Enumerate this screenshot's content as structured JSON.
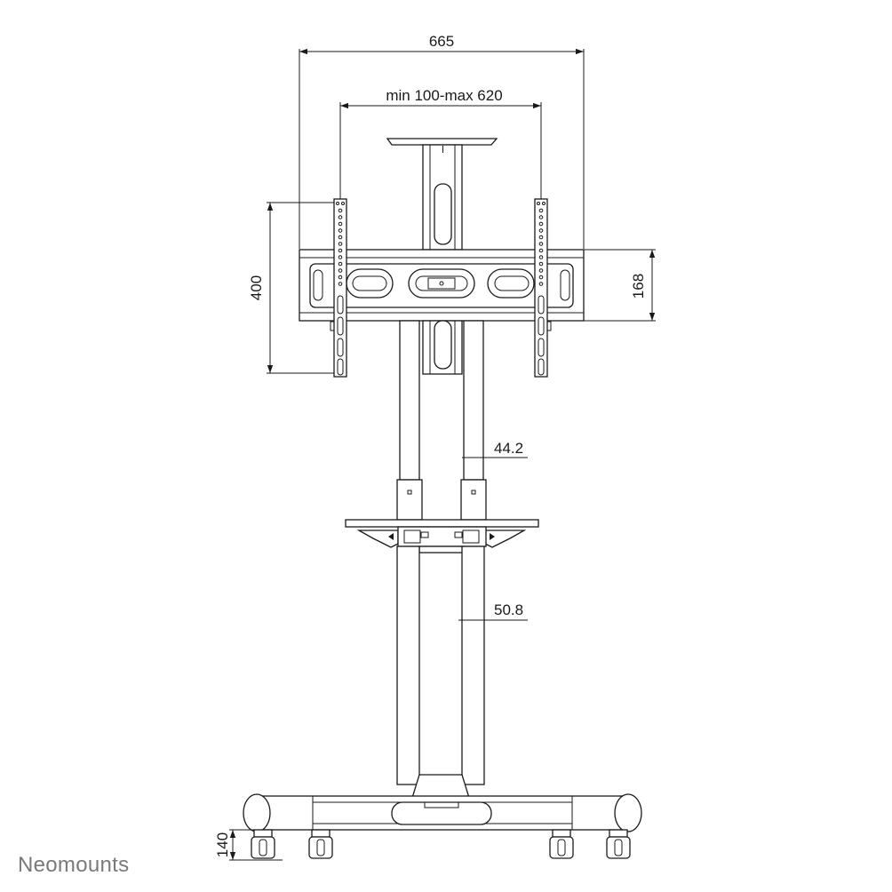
{
  "dimensions": {
    "overall_width": "665",
    "vesa_range": "min 100-max 620",
    "vesa_height": "400",
    "bracket_height": "168",
    "upper_tube": "44.2",
    "lower_tube": "50.8",
    "base_height": "140"
  },
  "brand": "Neomounts"
}
